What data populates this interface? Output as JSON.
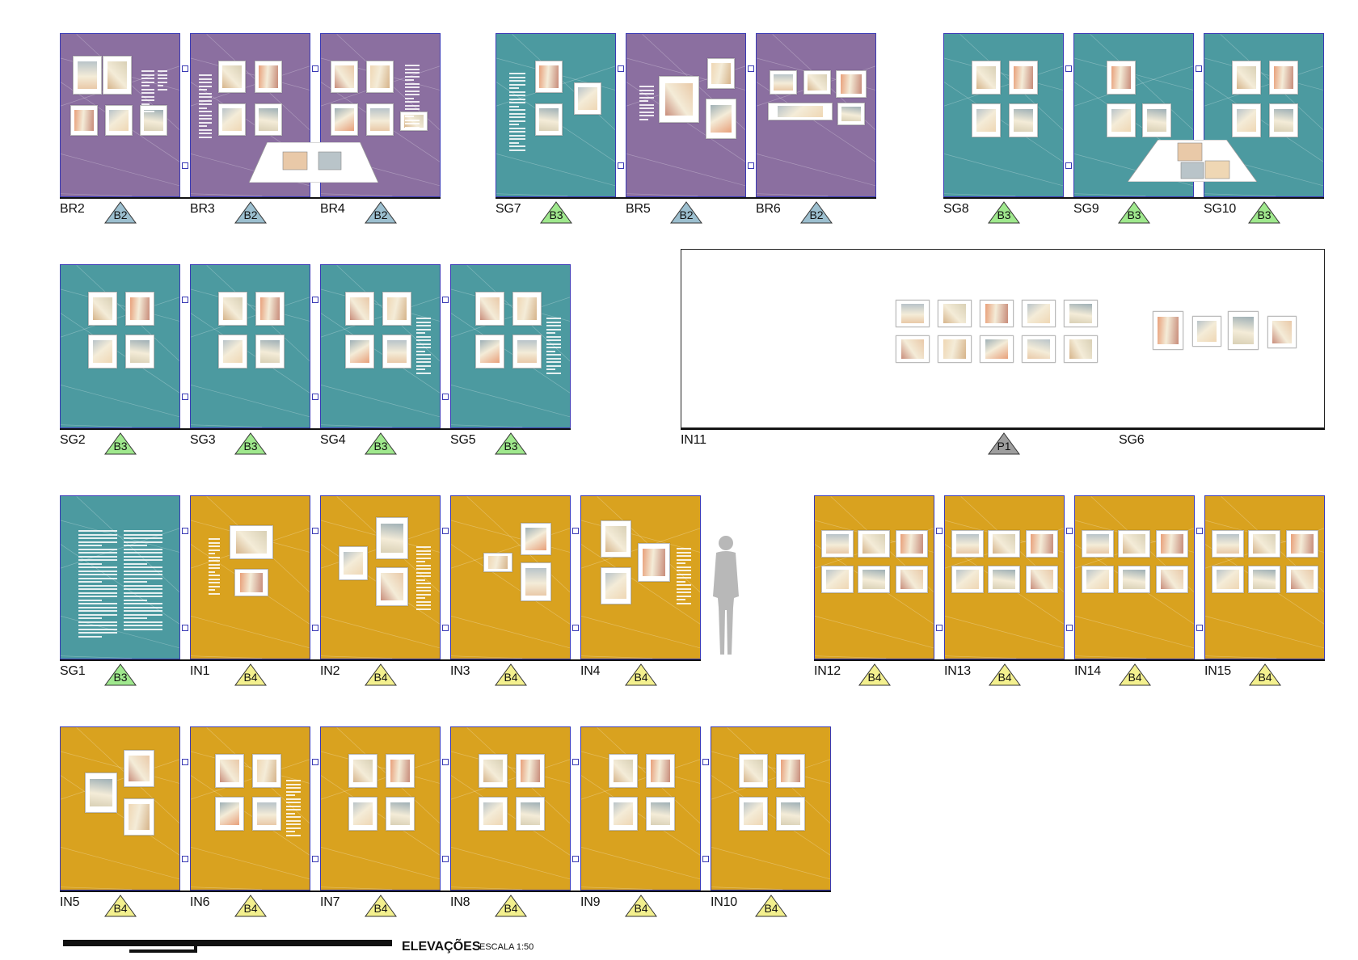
{
  "title": {
    "main": "ELEVAÇÕES",
    "scale": "ESCALA 1:50"
  },
  "colors": {
    "purple": "#8b6fa0",
    "teal": "#4c9aa0",
    "yellow": "#d9a21f",
    "white": "#ffffff",
    "b2": "#9cbfcf",
    "b3": "#9fe88d",
    "b4": "#f3f08e",
    "p1": "#9e9e9e"
  },
  "badges": {
    "B2": "B2",
    "B3": "B3",
    "B4": "B4",
    "P1": "P1"
  },
  "rows": [
    {
      "groups": [
        {
          "panels": [
            {
              "label": "BR2",
              "badge": "B2",
              "color": "purple",
              "layout": "br2"
            },
            {
              "label": "BR3",
              "badge": "B2",
              "color": "purple",
              "layout": "br3"
            },
            {
              "label": "BR4",
              "badge": "B2",
              "color": "purple",
              "layout": "br4"
            }
          ]
        },
        {
          "panels": [
            {
              "label": "SG7",
              "badge": "B3",
              "color": "teal",
              "layout": "sg7"
            },
            {
              "label": "BR5",
              "badge": "B2",
              "color": "purple",
              "layout": "br5"
            },
            {
              "label": "BR6",
              "badge": "B2",
              "color": "purple",
              "layout": "br6"
            }
          ]
        },
        {
          "panels": [
            {
              "label": "SG8",
              "badge": "B3",
              "color": "teal",
              "layout": "quad"
            },
            {
              "label": "SG9",
              "badge": "B3",
              "color": "teal",
              "layout": "sg9"
            },
            {
              "label": "SG10",
              "badge": "B3",
              "color": "teal",
              "layout": "quad"
            }
          ]
        }
      ]
    },
    {
      "groups": [
        {
          "panels": [
            {
              "label": "SG2",
              "badge": "B3",
              "color": "teal",
              "layout": "quad"
            },
            {
              "label": "SG3",
              "badge": "B3",
              "color": "teal",
              "layout": "quad"
            },
            {
              "label": "SG4",
              "badge": "B3",
              "color": "teal",
              "layout": "quadtext"
            },
            {
              "label": "SG5",
              "badge": "B3",
              "color": "teal",
              "layout": "quadtext"
            }
          ]
        },
        {
          "wide": {
            "label_left": "IN11",
            "label_right": "SG6",
            "badge": "P1"
          }
        }
      ]
    },
    {
      "groups": [
        {
          "panels": [
            {
              "label": "SG1",
              "badge": "B3",
              "color": "teal",
              "layout": "textonly"
            },
            {
              "label": "IN1",
              "badge": "B4",
              "color": "yellow",
              "layout": "in1"
            },
            {
              "label": "IN2",
              "badge": "B4",
              "color": "yellow",
              "layout": "in2"
            },
            {
              "label": "IN3",
              "badge": "B4",
              "color": "yellow",
              "layout": "in3"
            },
            {
              "label": "IN4",
              "badge": "B4",
              "color": "yellow",
              "layout": "in4"
            }
          ]
        },
        {
          "panels": [
            {
              "label": "IN12",
              "badge": "B4",
              "color": "yellow",
              "layout": "six"
            },
            {
              "label": "IN13",
              "badge": "B4",
              "color": "yellow",
              "layout": "six"
            },
            {
              "label": "IN14",
              "badge": "B4",
              "color": "yellow",
              "layout": "six"
            },
            {
              "label": "IN15",
              "badge": "B4",
              "color": "yellow",
              "layout": "six"
            }
          ]
        }
      ]
    },
    {
      "groups": [
        {
          "panels": [
            {
              "label": "IN5",
              "badge": "B4",
              "color": "yellow",
              "layout": "in5"
            },
            {
              "label": "IN6",
              "badge": "B4",
              "color": "yellow",
              "layout": "quadtext"
            },
            {
              "label": "IN7",
              "badge": "B4",
              "color": "yellow",
              "layout": "quad"
            },
            {
              "label": "IN8",
              "badge": "B4",
              "color": "yellow",
              "layout": "quad"
            },
            {
              "label": "IN9",
              "badge": "B4",
              "color": "yellow",
              "layout": "quad"
            },
            {
              "label": "IN10",
              "badge": "B4",
              "color": "yellow",
              "layout": "quad"
            }
          ]
        }
      ]
    }
  ]
}
